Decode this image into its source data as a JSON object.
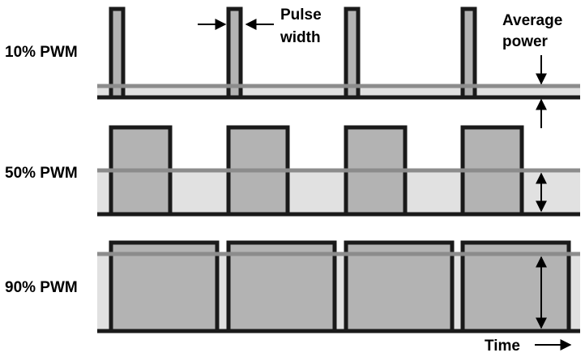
{
  "rows": [
    {
      "label": "10% PWM",
      "duty_cycle": 0.1
    },
    {
      "label": "50% PWM",
      "duty_cycle": 0.5
    },
    {
      "label": "90% PWM",
      "duty_cycle": 0.9
    }
  ],
  "annotations": {
    "pulse_width_line1": "Pulse",
    "pulse_width_line2": "width",
    "average_power_line1": "Average",
    "average_power_line2": "power",
    "time": "Time"
  },
  "colors": {
    "pulse_fill": "#b3b3b3",
    "average_band": "#e1e1e1",
    "average_line": "#8c8c8c",
    "outline": "#1a1a1a"
  }
}
